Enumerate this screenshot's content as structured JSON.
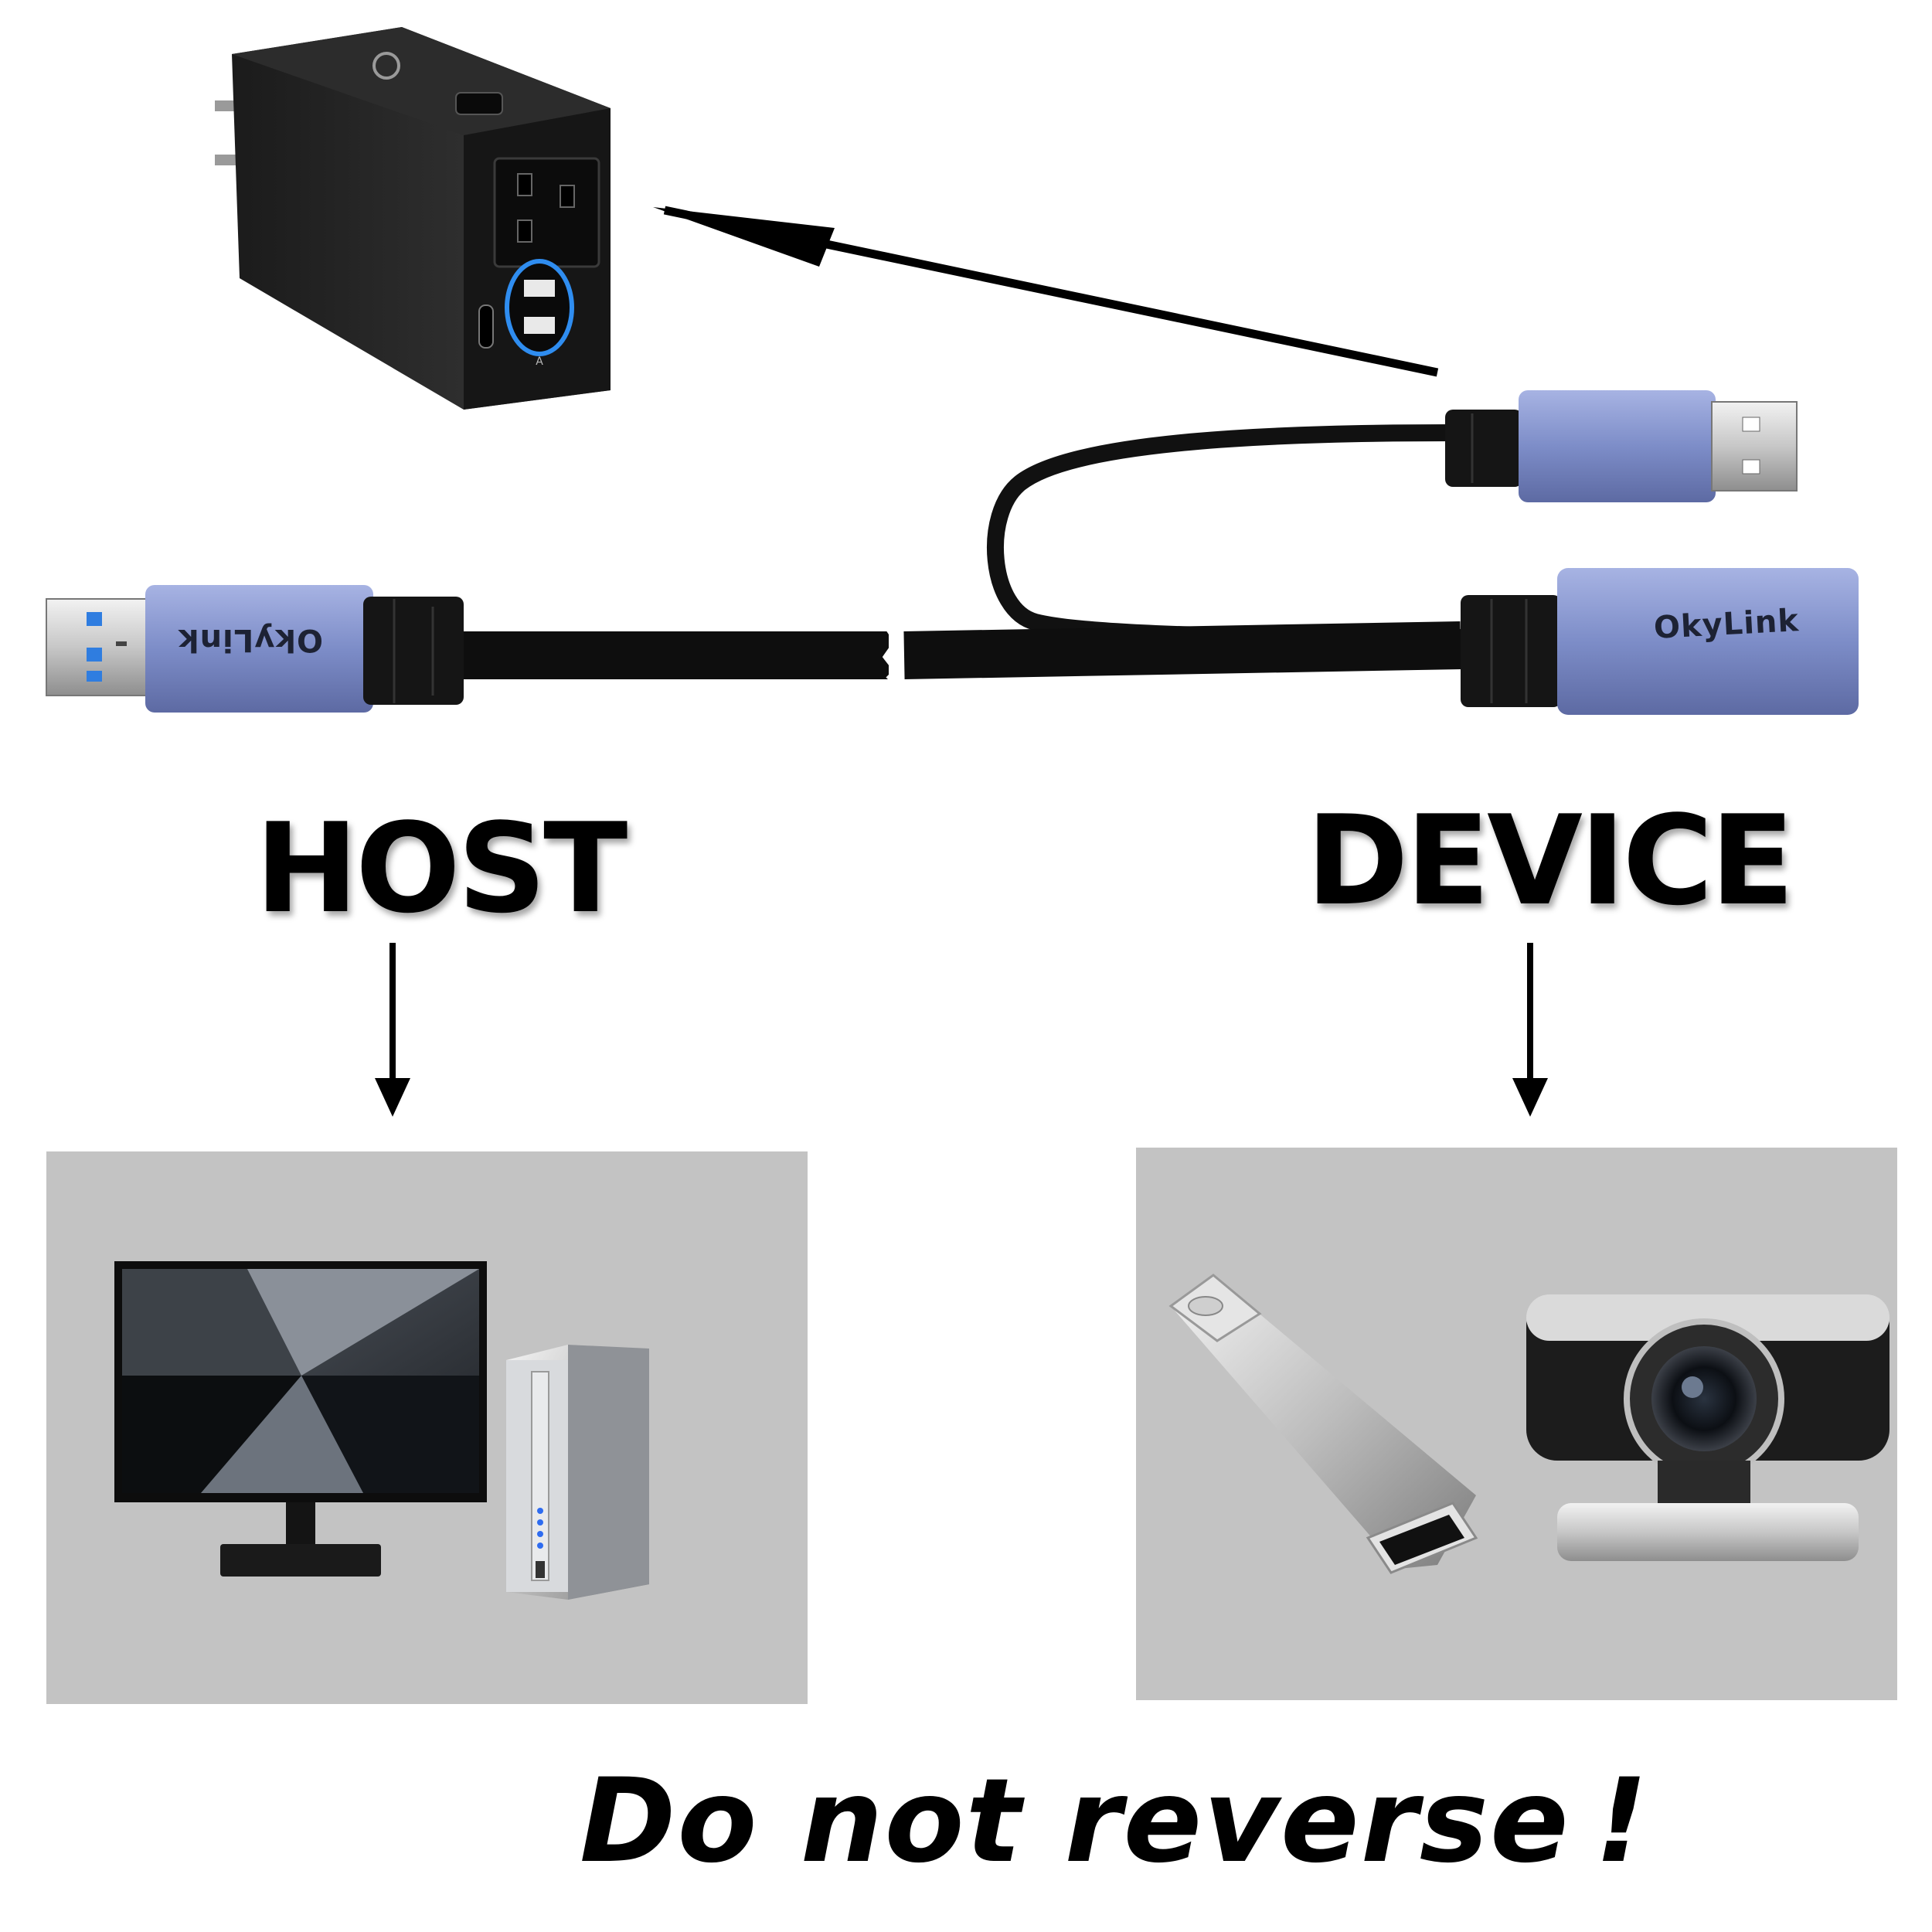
{
  "labels": {
    "host": "HOST",
    "device": "DEVICE",
    "warning": "Do not reverse !"
  },
  "cable": {
    "brand_host": "OkyLink",
    "brand_device": "OkyLink"
  },
  "power_adapter": {
    "port_letter": "A"
  },
  "colors": {
    "connector_blue": "#7f8fc7",
    "panel_gray": "#c3c3c3",
    "cable_black": "#111111",
    "usb_blue_tab": "#2f7de0"
  },
  "icons": {
    "host_devices": [
      "monitor-icon",
      "desktop-tower-icon"
    ],
    "device_devices": [
      "usb-flash-drive-icon",
      "webcam-icon"
    ],
    "power": "power-adapter-icon"
  }
}
